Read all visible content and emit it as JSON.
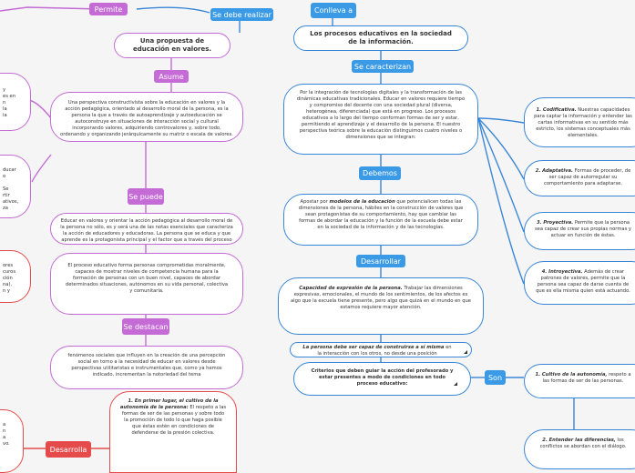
{
  "labels": {
    "permite": "Permite",
    "se_debe_realizar": "Se debe realizar",
    "asume": "Asume",
    "se_puede": "Se puede",
    "se_destacan": "Se destacan",
    "desarrolla": "Desarrolla",
    "conlleva_a": "Conlleva a",
    "se_caracterizan": "Se caracterizan",
    "debemos": "Debemos",
    "desarrollar": "Desarrollar",
    "son": "Son"
  },
  "left": {
    "title": "Una propuesta de educación en valores.",
    "asume_text": "Una perspectiva constructivista sobre la educación en valores y la acción pedagógica, orientado al desarrollo moral de la persona, es la persona la que a través de autoaprendizaje y autoeducación se autoconstruye en situaciones de interacción social y cultural incorporando valores, adquiriendo controvalores y, sobre todo, ordenando y organizando jerárquicamente su matriz o escala de valores.",
    "se_puede_text": "Educar en valores y orientar la acción pedagógica al desarrollo moral de la persona no sólo, es y será una de las notas esenciales que caracteriza la acción de educadores y educadoras. La persona que se educa y que aprende es la protagonista principal y el factor que a través del proceso educativo posibilita la construcción de su matriz de valores.",
    "proceso_text": "El proceso educativo forma personas comprometidas moralmente, capaces de mostrar niveles de competencia humana para la formación de personas con un buen nivel, capaces de abordar determinados situaciones, autónomos en su vida personal, colectiva y comunitaria.",
    "destacan_text": "fenómenos sociales que influyen en la creación de una percepción social en torno a la necesidad de educar en valores desde perspectivas utilitaristas e instrumentales que, como ya hemos indicado, incrementan la notoriedad del tema",
    "desarrolla_lead": "1. En primer lugar, el cultivo de la autonomía de la persona:",
    "desarrolla_text": "El respeto a las formas de ser de las personas y sobre todo la promoción de todo lo que haga posible que éstas estén en condiciones de defenderse de la presión colectiva.",
    "frag1": "y\nes en\nn\nla\nia",
    "frag2": "ducar\no\n\nSe\nrtir\nativos,\nza",
    "frag3": "ores\ncuros\nción\nna),\nn y",
    "frag4": "a\nn\na\nvo."
  },
  "center": {
    "title": "Los procesos educativos en la sociedad de la información.",
    "caracterizan_text": "Por la integración de tecnologías digitales y la transformación de las dinámicas educativas tradicionales. Educar en valores requiere tiempo y compromiso del docente con una sociedad plural (diversa, heterogénea, diferenciada) que está en progreso. Los procesos educativos a lo largo del tiempo conforman formas de ser y estar, permitiendo el aprendizaje y el desarrollo de la persona. El nuestro perspectiva teórica sobre la educación distinguimos cuatro niveles o dimensiones que se integran:",
    "debemos_lead": "modelos de la educación",
    "debemos_text_a": "Apostar por ",
    "debemos_text_b": " que potencialicen todas las dimensiones de la persona, hábiles en la construcción de valores que sean protagonistas de su comportamiento, hay que cambiar las formas de abordar la educación y la función de la escuela debe estar en la sociedad de la información y de las tecnologías.",
    "capacidad_lead": "Capacidad de expresión de la persona.",
    "capacidad_text": " Trabajar las dimensiones expresivas, emocionales, el mundo de los sentimientos, de los afectos es algo que la escuela tiene presente, pero algo que quizá en el mundo en que estamos requiere mayor atención.",
    "persona_lead": "La persona debe ser capaz de construirse a sí misma",
    "persona_text": " en la interacción con los otros, no desde una posición individualista, sino en interacción con los",
    "criterios_text": "Criterios que deben guiar la acción del profesorado y estar presentes a modo de condiciones en todo proceso educativo:"
  },
  "right": {
    "item1_lead": "1. Codificativa.",
    "item1_text": " Nuestras capacidades para captar la información y entender las cartas informativas en su sentido más estricto, los sistemas conceptuales más elementales.",
    "item2_lead": "2. Adaptativa.",
    "item2_text": " Formas de proceder, de ser capaz de autorregular su comportamiento para adaptarse.",
    "item3_lead": "3. Proyectiva.",
    "item3_text": " Permite que la persona sea capaz de crear sus propias normas y actuar en función de éstas.",
    "item4_lead": "4. Introyectiva.",
    "item4_text": " Además de crear patrones de valores, permite que la persona sea capaz de darse cuenta de que es ella misma quien está actuando.",
    "son1_lead": "1. Cultivo de la autonomía,",
    "son1_text": " respeto a las formas de ser de las personas.",
    "son2_lead": "2. Entender las diferencias,",
    "son2_text": " los conflictos se abordan con el diálogo."
  }
}
